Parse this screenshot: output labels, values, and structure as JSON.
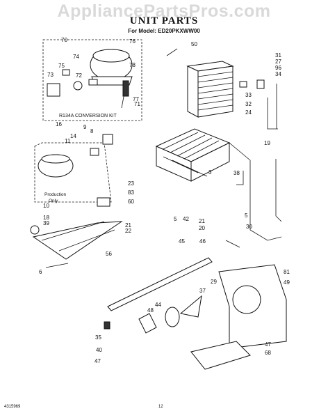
{
  "watermark": "AppliancePartsPros.com",
  "title": "UNIT PARTS",
  "subtitle": "For Model: ED20PKXWW00",
  "kit_label": "R134A CONVERSION KIT",
  "production_label": [
    "Production",
    "Only"
  ],
  "footer": {
    "doc_number": "4315969",
    "page": "12"
  },
  "callouts": [
    "70",
    "76",
    "74",
    "75",
    "72",
    "73",
    "78",
    "71",
    "77",
    "50",
    "31",
    "27",
    "96",
    "34",
    "33",
    "32",
    "24",
    "16",
    "8",
    "9",
    "14",
    "11",
    "19",
    "38",
    "23",
    "83",
    "60",
    "10",
    "18",
    "39",
    "42",
    "21",
    "22",
    "5",
    "21",
    "20",
    "5",
    "30",
    "45",
    "46",
    "56",
    "6",
    "81",
    "49",
    "37",
    "29",
    "48",
    "44",
    "35",
    "40",
    "47",
    "47",
    "68",
    "3"
  ]
}
